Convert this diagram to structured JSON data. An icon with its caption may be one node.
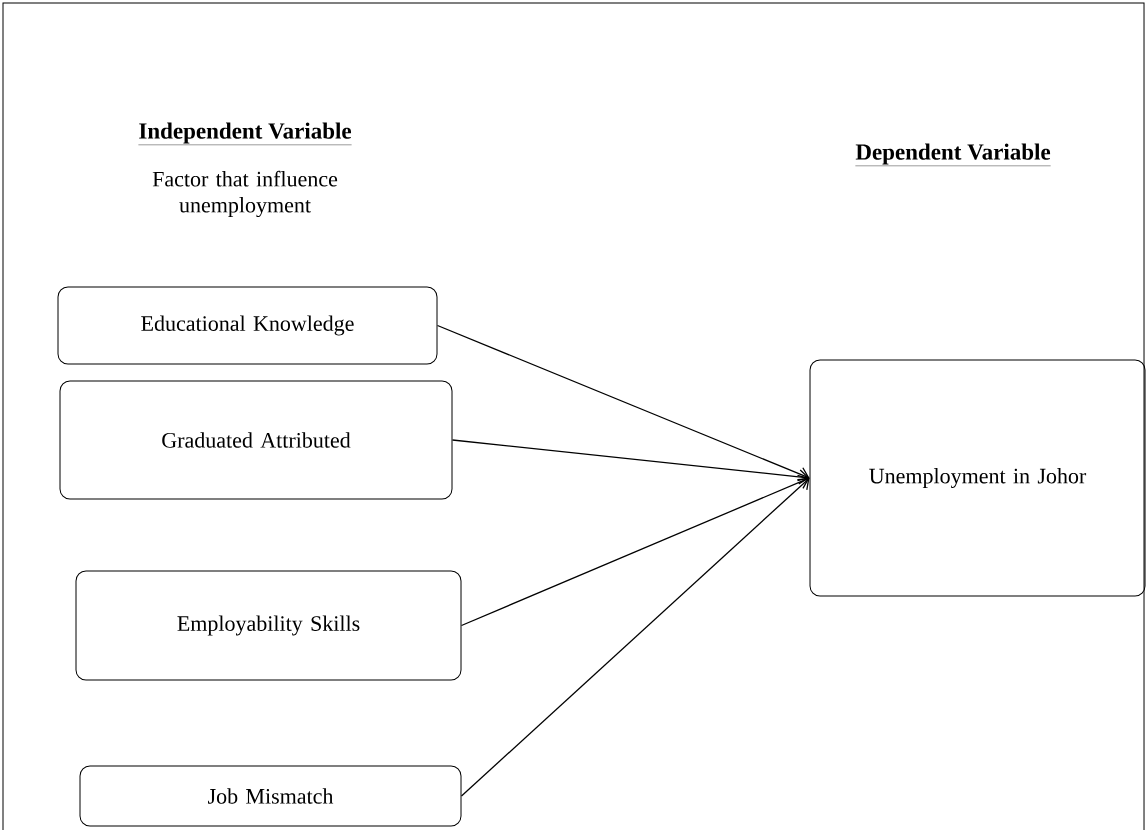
{
  "diagram": {
    "nodes": [
      {
        "text": [
          "Educational Knowledge"
        ]
      },
      {
        "text": [
          "Graduated Attributed"
        ]
      },
      {
        "text": [
          "Employability Skills"
        ]
      },
      {
        "text": [
          "Job Mismatch"
        ]
      },
      {
        "text": [
          "Unemployment in Johor"
        ]
      }
    ],
    "edges": [
      {
        "from": 0,
        "to": 4,
        "arrow": "to"
      },
      {
        "from": 1,
        "to": 4,
        "arrow": "to"
      },
      {
        "from": 2,
        "to": 4,
        "arrow": "to"
      },
      {
        "from": 3,
        "to": 4,
        "arrow": "to"
      }
    ],
    "labels": [
      "Independent Variable",
      "Dependent Variable",
      "Factor that influence unemployment"
    ]
  }
}
